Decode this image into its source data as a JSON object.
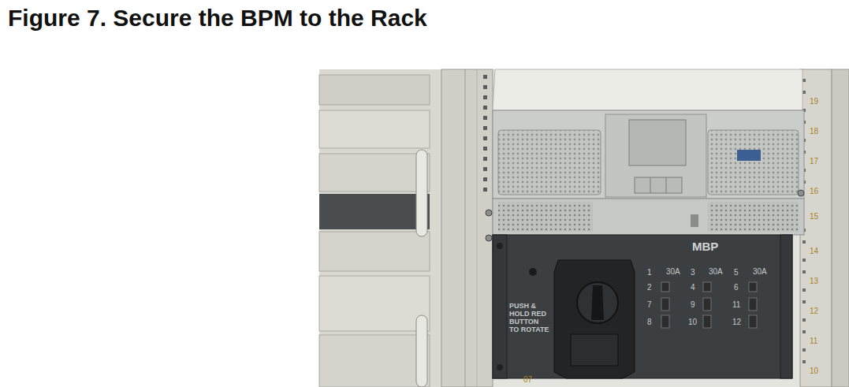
{
  "diagram": {
    "title": "Figure 7. Secure the BPM to the Rack",
    "labels": [
      "MBP",
      "PUSH & HOLD RED BUTTON TO ROTATE",
      "1",
      "30A",
      "3",
      "30A",
      "5",
      "30A",
      "2",
      "4",
      "6",
      "7",
      "9",
      "11",
      "8",
      "10",
      "12",
      "19",
      "18",
      "17",
      "16",
      "15",
      "14",
      "13",
      "12",
      "11",
      "10",
      "07"
    ]
  }
}
